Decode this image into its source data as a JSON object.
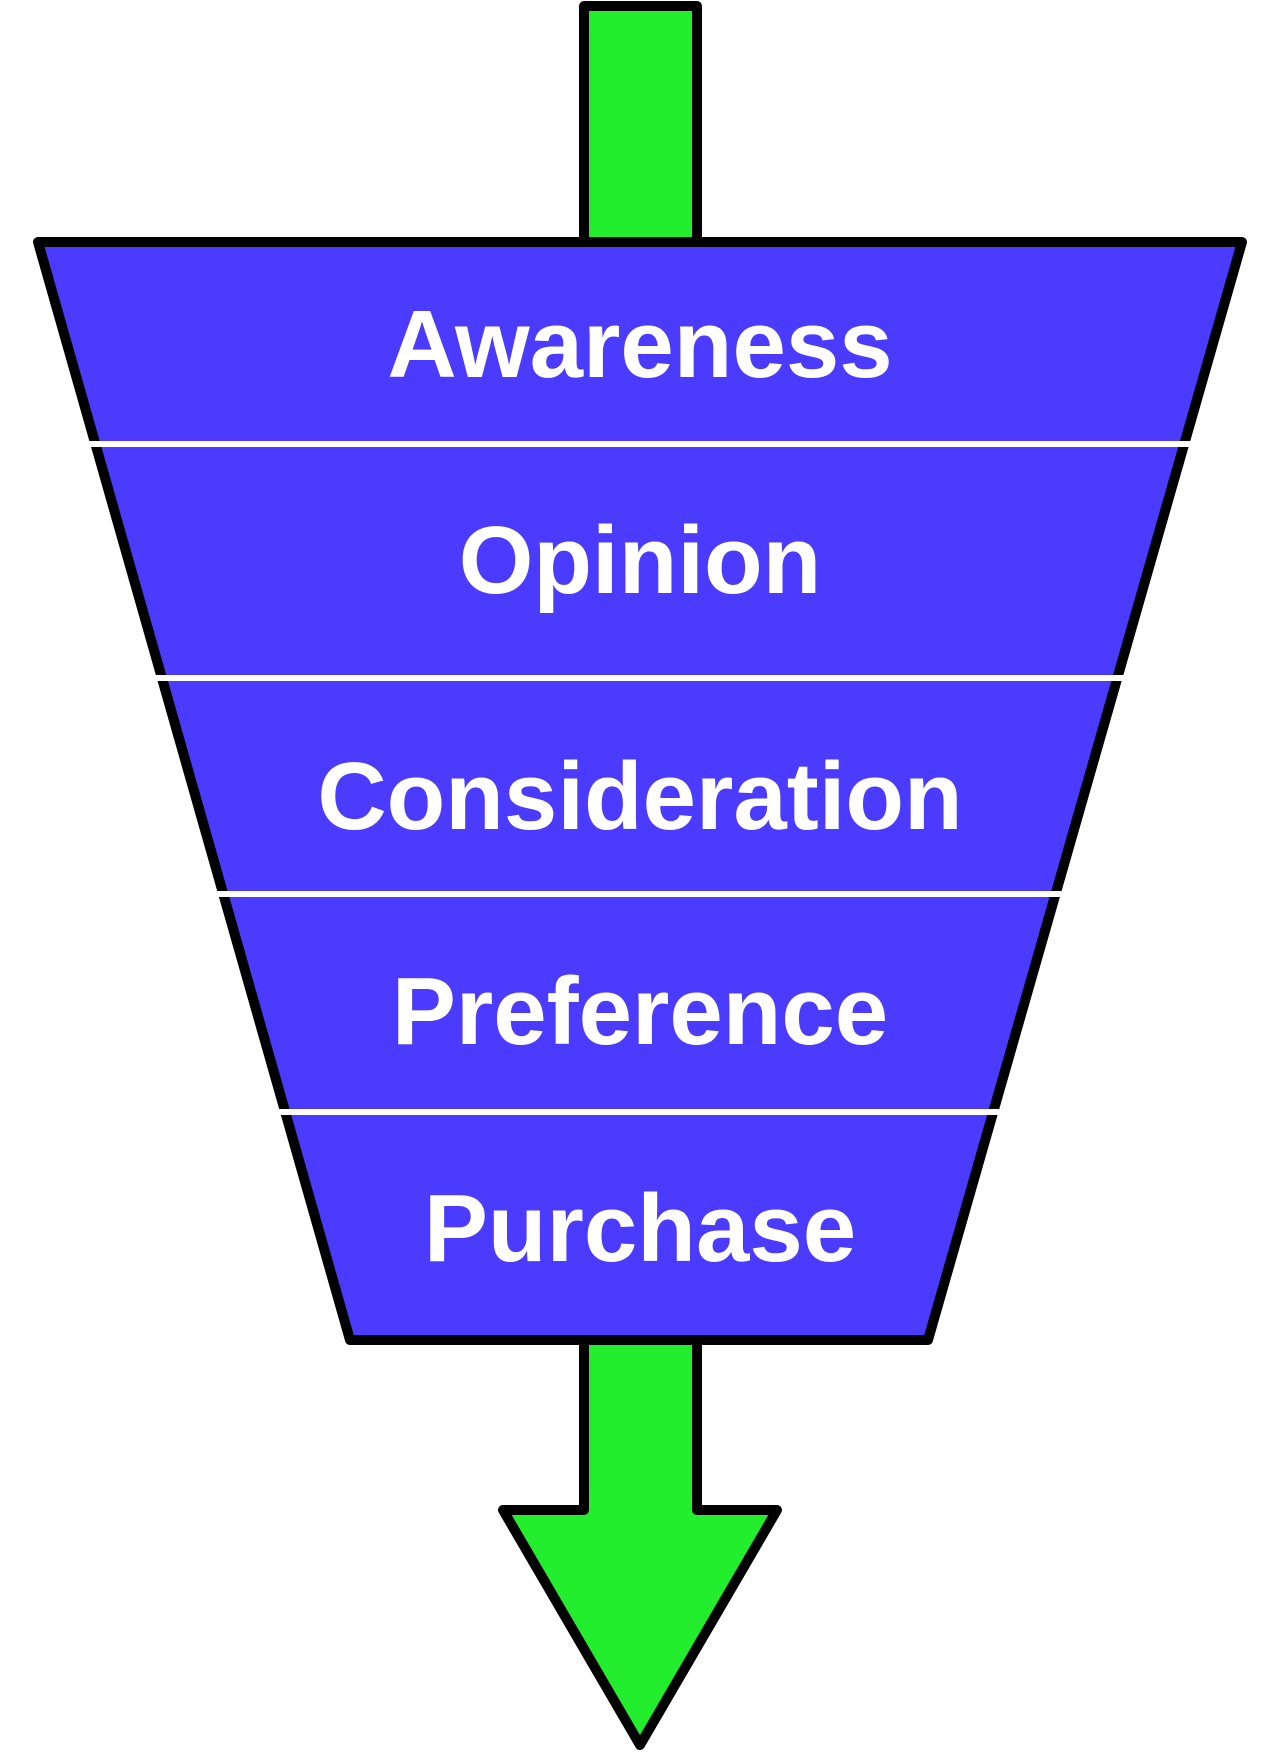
{
  "diagram": {
    "stages": [
      {
        "label": "Awareness"
      },
      {
        "label": "Opinion"
      },
      {
        "label": "Consideration"
      },
      {
        "label": "Preference"
      },
      {
        "label": "Purchase"
      }
    ],
    "colors": {
      "funnel_fill": "#4B3BFF",
      "arrow_fill": "#22EE2E",
      "outline": "#000000",
      "divider": "#ffffff",
      "label": "#ffffff"
    }
  }
}
